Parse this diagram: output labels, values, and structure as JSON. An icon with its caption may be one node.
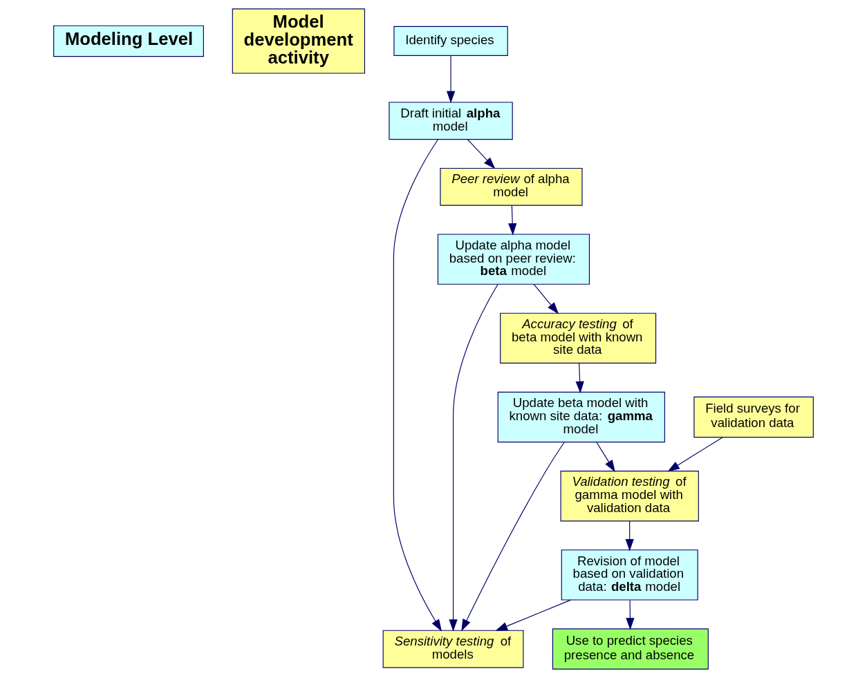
{
  "diagram": {
    "nodes": [
      {
        "text": [
          "Modeling Level"
        ]
      },
      {
        "text": [
          "Model development activity"
        ]
      },
      {
        "text": [
          "Identify species"
        ]
      },
      {
        "text": [
          "Draft initial **alpha** model"
        ]
      },
      {
        "text": [
          "*Peer review* of alpha model"
        ]
      },
      {
        "text": [
          "Update alpha model based on peer review: **beta** model"
        ]
      },
      {
        "text": [
          "*Sensitivity testing* of models"
        ]
      },
      {
        "text": [
          "*Accuracy testing* of beta model with known site data"
        ]
      },
      {
        "text": [
          "Update beta model with known site data: **gamma** model"
        ]
      },
      {
        "text": [
          "Field surveys for validation data"
        ]
      },
      {
        "text": [
          "*Validation testing* of gamma model with validation data"
        ]
      },
      {
        "text": [
          "Revision of model based on validation data: **delta** model"
        ]
      },
      {
        "text": [
          "Use to predict species presence and absence"
        ]
      }
    ],
    "edges": [
      {
        "from": 2,
        "to": 3,
        "arrow": "to"
      },
      {
        "from": 3,
        "to": 4,
        "arrow": "to"
      },
      {
        "from": 4,
        "to": 5,
        "arrow": "to"
      },
      {
        "from": 3,
        "to": 6,
        "arrow": "to"
      },
      {
        "from": 5,
        "to": 6,
        "arrow": "to"
      },
      {
        "from": 5,
        "to": 7,
        "arrow": "to"
      },
      {
        "from": 7,
        "to": 8,
        "arrow": "to"
      },
      {
        "from": 8,
        "to": 6,
        "arrow": "to"
      },
      {
        "from": 8,
        "to": 10,
        "arrow": "to"
      },
      {
        "from": 9,
        "to": 10,
        "arrow": "to"
      },
      {
        "from": 10,
        "to": 11,
        "arrow": "to"
      },
      {
        "from": 11,
        "to": 6,
        "arrow": "to"
      },
      {
        "from": 11,
        "to": 12,
        "arrow": "to"
      }
    ]
  }
}
